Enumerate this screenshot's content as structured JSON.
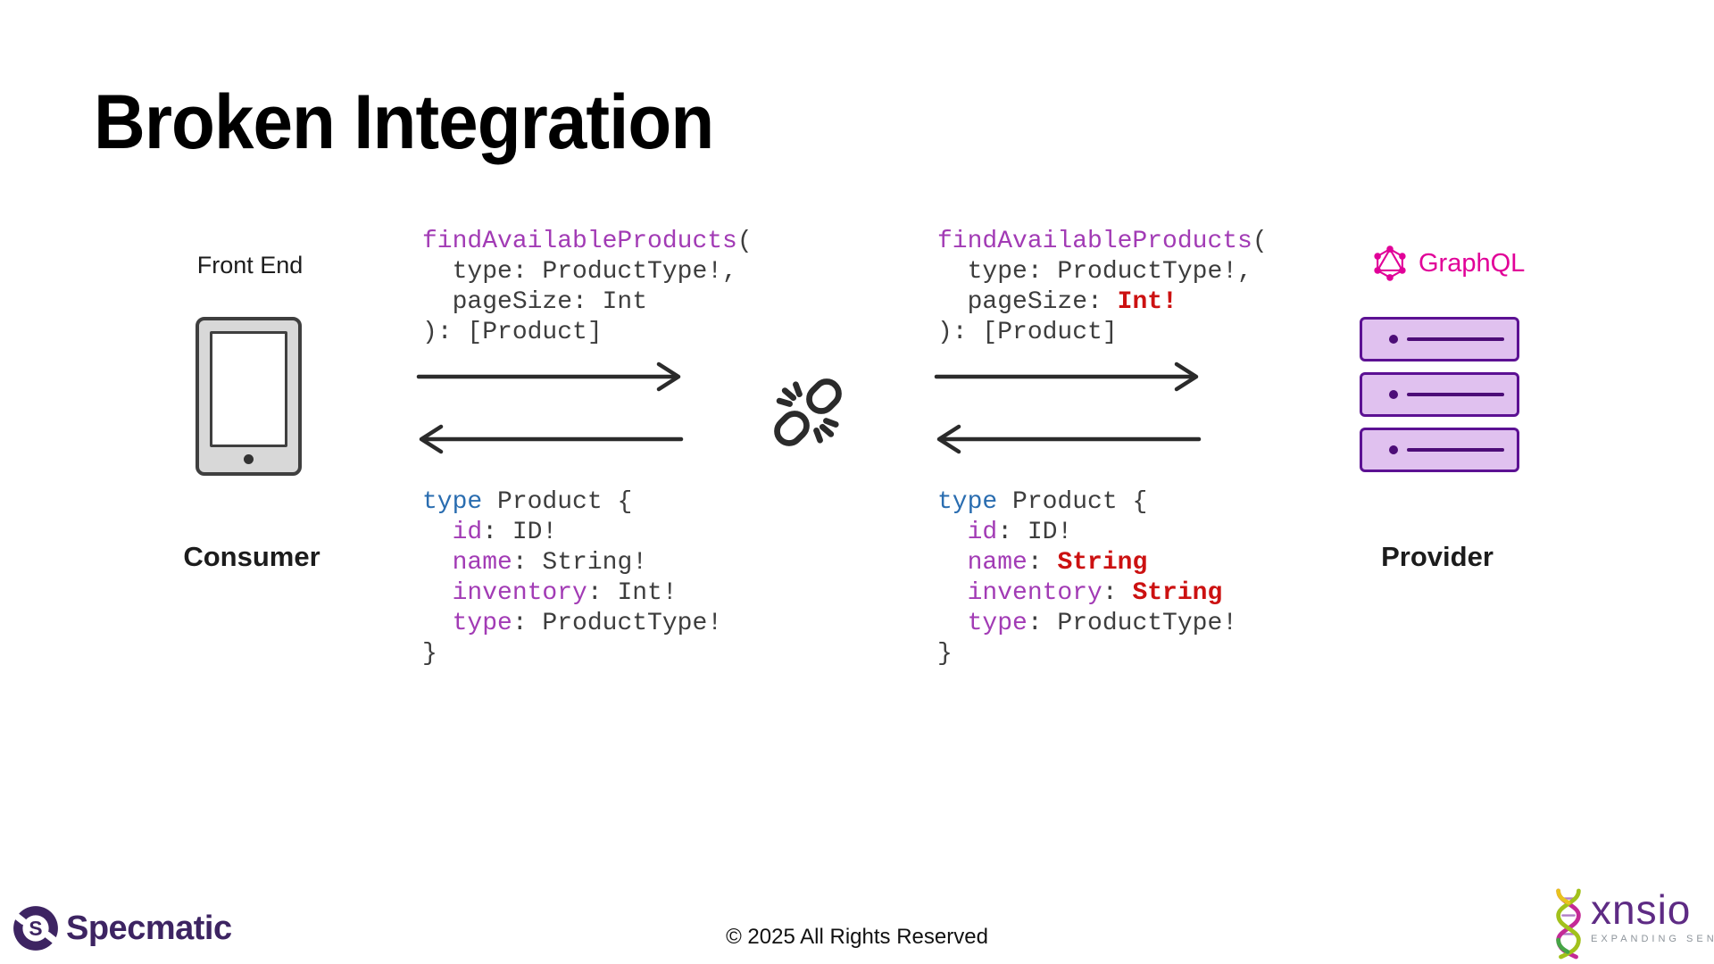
{
  "slide": {
    "title": "Broken Integration"
  },
  "consumer": {
    "top_label": "Front End",
    "bottom_label": "Consumer"
  },
  "provider": {
    "logo_label": "GraphQL",
    "bottom_label": "Provider"
  },
  "code_blocks": {
    "consumer_query": [
      [
        {
          "t": "findAvailableProducts",
          "c": "fn"
        },
        {
          "t": "(",
          "c": "plain"
        }
      ],
      [
        {
          "t": "  type: ProductType!,",
          "c": "plain"
        }
      ],
      [
        {
          "t": "  pageSize: Int",
          "c": "plain"
        }
      ],
      [
        {
          "t": "): [Product]",
          "c": "plain"
        }
      ]
    ],
    "provider_query": [
      [
        {
          "t": "findAvailableProducts",
          "c": "fn"
        },
        {
          "t": "(",
          "c": "plain"
        }
      ],
      [
        {
          "t": "  type: ProductType!,",
          "c": "plain"
        }
      ],
      [
        {
          "t": "  pageSize: ",
          "c": "plain"
        },
        {
          "t": "Int!",
          "c": "err"
        }
      ],
      [
        {
          "t": "): [Product]",
          "c": "plain"
        }
      ]
    ],
    "consumer_type": [
      [
        {
          "t": "type",
          "c": "kw"
        },
        {
          "t": " Product {",
          "c": "plain"
        }
      ],
      [
        {
          "t": "  ",
          "c": "plain"
        },
        {
          "t": "id",
          "c": "field"
        },
        {
          "t": ": ID!",
          "c": "plain"
        }
      ],
      [
        {
          "t": "  ",
          "c": "plain"
        },
        {
          "t": "name",
          "c": "field"
        },
        {
          "t": ": String!",
          "c": "plain"
        }
      ],
      [
        {
          "t": "  ",
          "c": "plain"
        },
        {
          "t": "inventory",
          "c": "field"
        },
        {
          "t": ": Int!",
          "c": "plain"
        }
      ],
      [
        {
          "t": "  ",
          "c": "plain"
        },
        {
          "t": "type",
          "c": "field"
        },
        {
          "t": ": ProductType!",
          "c": "plain"
        }
      ],
      [
        {
          "t": "}",
          "c": "plain"
        }
      ]
    ],
    "provider_type": [
      [
        {
          "t": "type",
          "c": "kw"
        },
        {
          "t": " Product {",
          "c": "plain"
        }
      ],
      [
        {
          "t": "  ",
          "c": "plain"
        },
        {
          "t": "id",
          "c": "field"
        },
        {
          "t": ": ID!",
          "c": "plain"
        }
      ],
      [
        {
          "t": "  ",
          "c": "plain"
        },
        {
          "t": "name",
          "c": "field"
        },
        {
          "t": ": ",
          "c": "plain"
        },
        {
          "t": "String",
          "c": "err"
        }
      ],
      [
        {
          "t": "  ",
          "c": "plain"
        },
        {
          "t": "inventory",
          "c": "field"
        },
        {
          "t": ": ",
          "c": "plain"
        },
        {
          "t": "String",
          "c": "err"
        }
      ],
      [
        {
          "t": "  ",
          "c": "plain"
        },
        {
          "t": "type",
          "c": "field"
        },
        {
          "t": ": ProductType!",
          "c": "plain"
        }
      ],
      [
        {
          "t": "}",
          "c": "plain"
        }
      ]
    ]
  },
  "footer": {
    "brand": "Specmatic",
    "copyright": "© 2025 All Rights Reserved",
    "partner": "xnsio",
    "partner_tagline": "EXPANDING SENSE"
  },
  "colors": {
    "graphql_pink": "#e10098",
    "error_red": "#cc1111",
    "keyword_blue": "#2a6db0",
    "identifier_purple": "#a23bb5",
    "code_plain": "#3d3d3d",
    "server_fill": "#e0c1ef",
    "server_border": "#5c1193",
    "arrow_dark": "#2b2b2b",
    "specmatic_purple": "#3d2462",
    "xnsio_purple": "#5e2b84"
  }
}
